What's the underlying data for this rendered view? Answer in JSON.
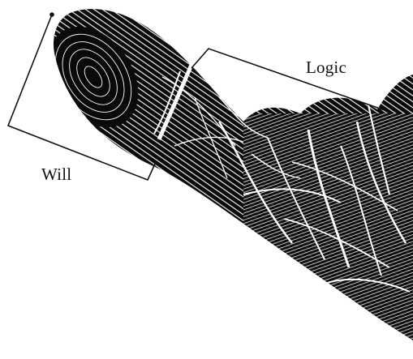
{
  "labels": {
    "logic": "Logic",
    "will": "Will"
  },
  "colors": {
    "ink": "#0b0b0b",
    "background": "#ffffff",
    "line": "#111111"
  },
  "regions": [
    {
      "name": "will",
      "phalanx": "distal"
    },
    {
      "name": "logic",
      "phalanx": "proximal"
    }
  ]
}
